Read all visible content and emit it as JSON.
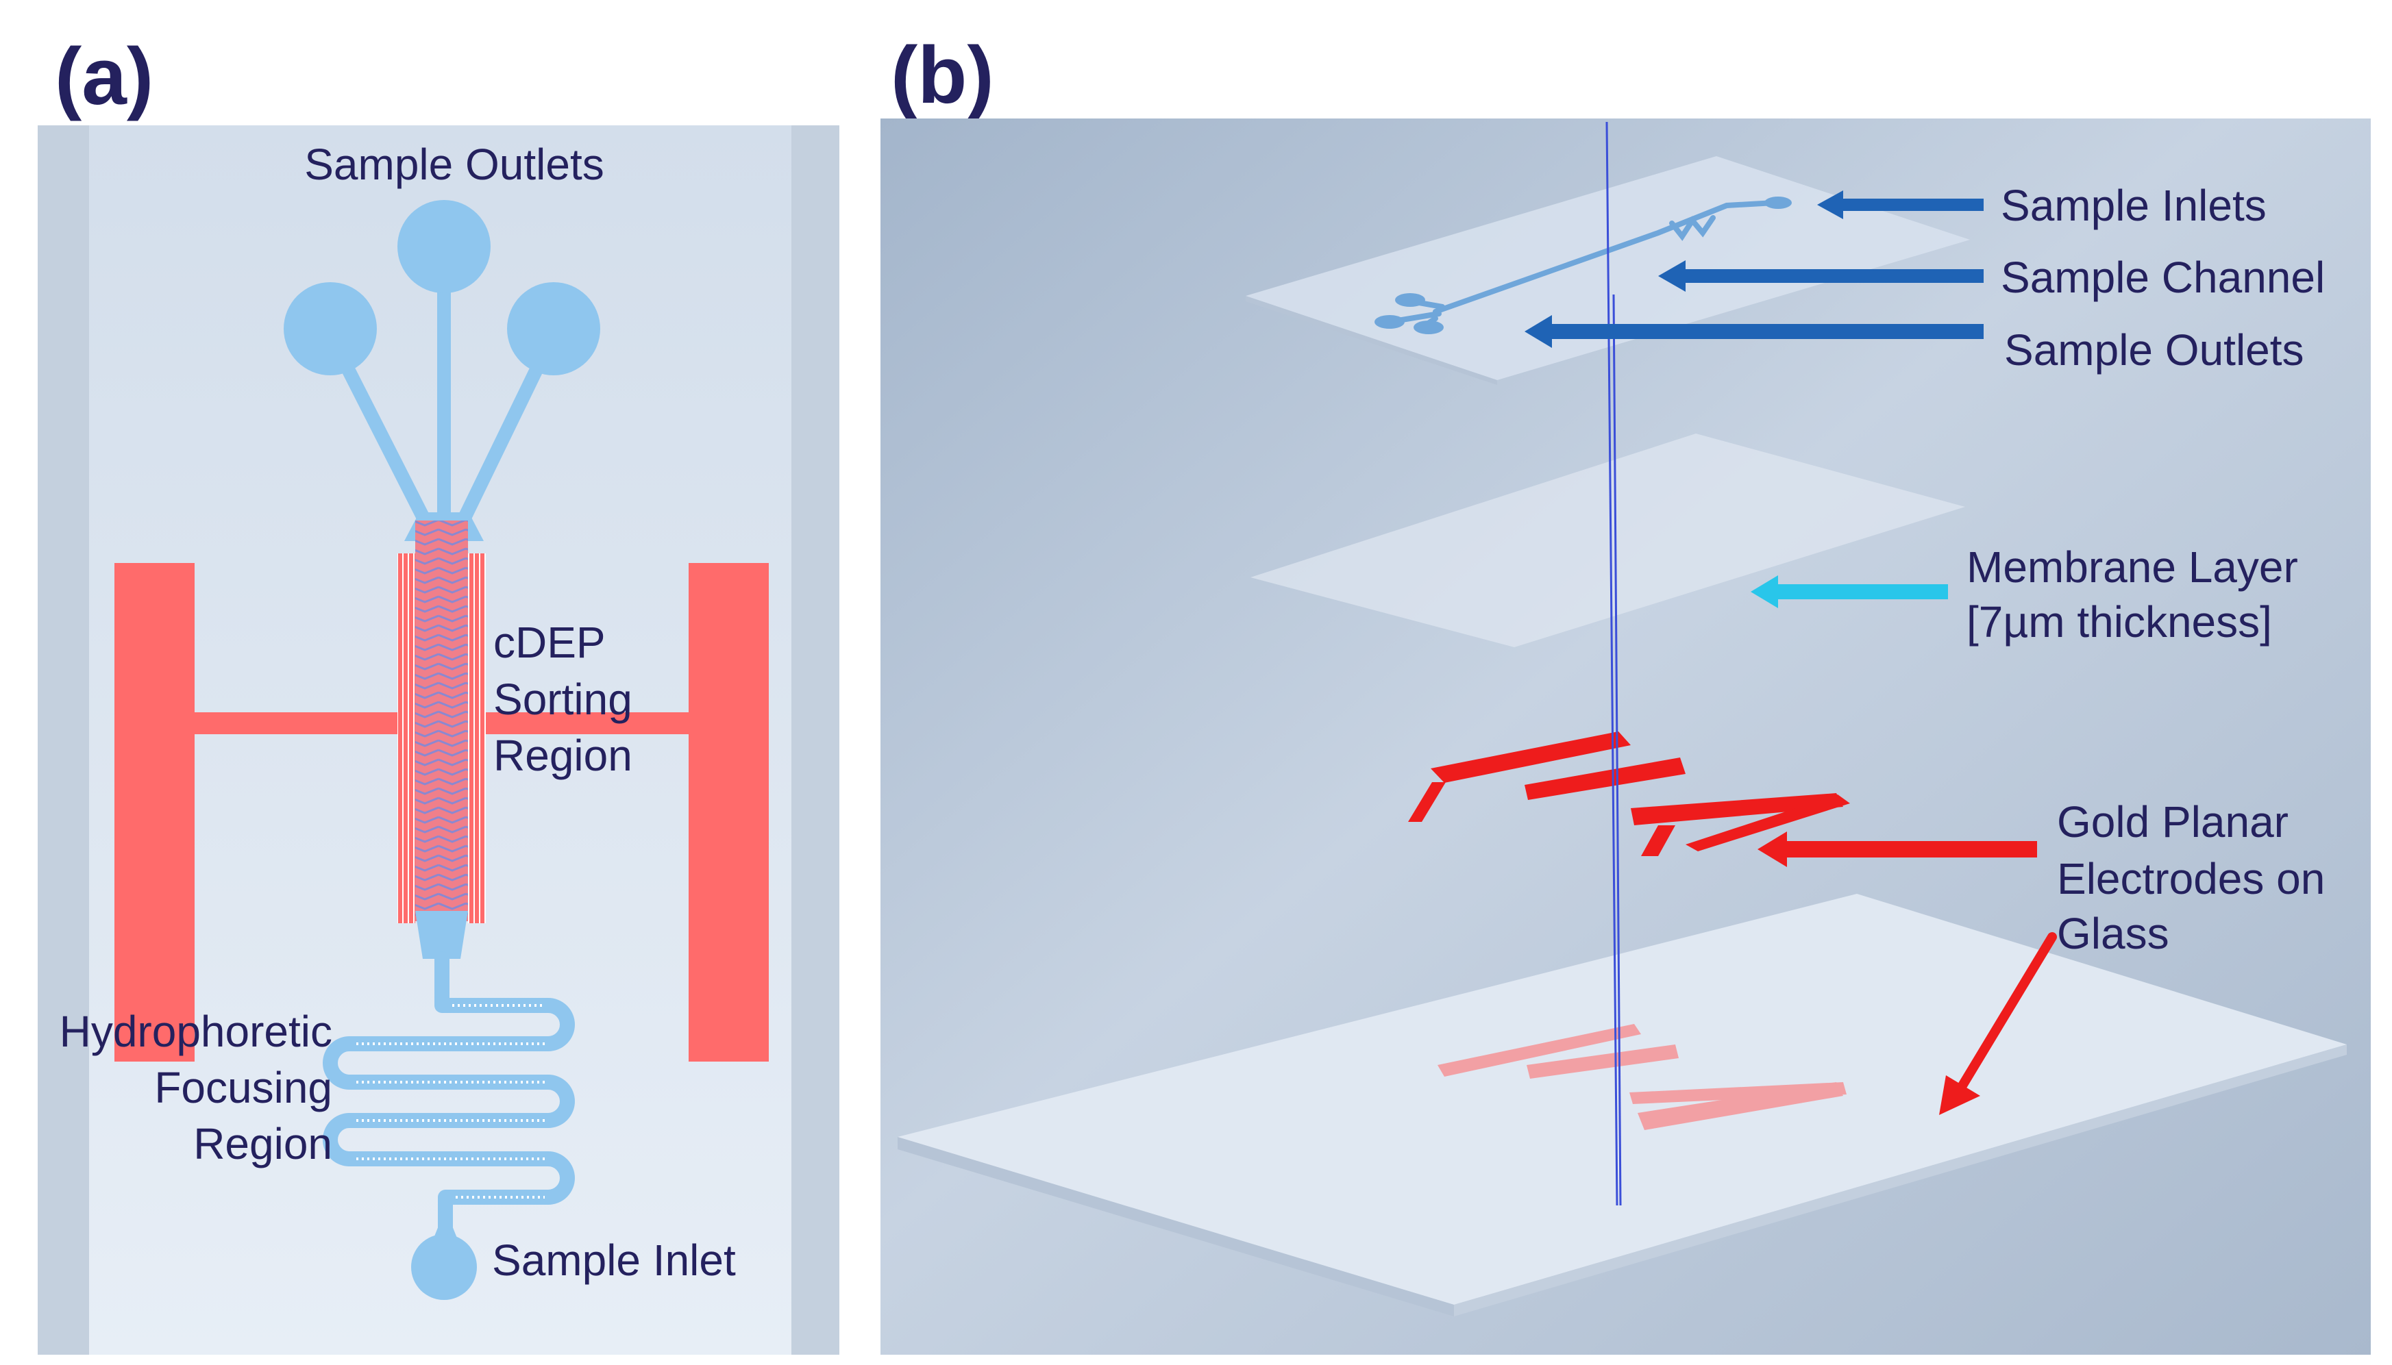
{
  "panels": {
    "a": {
      "letter": "(a)",
      "labels": {
        "sample_outlets": "Sample Outlets",
        "cdep_line1": "cDEP",
        "cdep_line2": "Sorting",
        "cdep_line3": "Region",
        "hydro_line1": "Hydrophoretic",
        "hydro_line2": "Focusing",
        "hydro_line3": "Region",
        "sample_inlet": "Sample Inlet"
      }
    },
    "b": {
      "letter": "(b)",
      "labels": {
        "sample_inlets": "Sample Inlets",
        "sample_channel": "Sample Channel",
        "sample_outlets": "Sample Outlets",
        "membrane_line1": "Membrane Layer",
        "membrane_line2": "[7µm thickness]",
        "gold_line1": "Gold Planar",
        "gold_line2": "Electrodes on",
        "gold_line3": "Glass"
      }
    }
  },
  "colors": {
    "text": "#24215e",
    "channel": "#8fc6ee",
    "electrode": "#ff6b6b",
    "electrode_3d": "#ee1c1c",
    "arrow_blue": "#1f63b5",
    "arrow_cyan": "#29c6ea",
    "arrow_red": "#ee1c1c"
  }
}
